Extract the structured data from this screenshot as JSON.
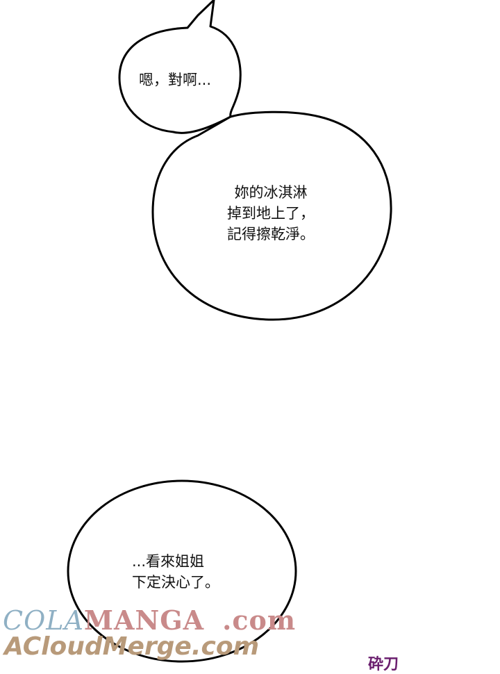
{
  "page": {
    "type": "manga-panel",
    "background": "#ffffff"
  },
  "bubbles": [
    {
      "id": "bubble-1",
      "text": "嗯，對啊..."
    },
    {
      "id": "bubble-2",
      "lines": [
        "妳的冰淇淋",
        "掉到地上了，",
        "記得擦乾淨。"
      ]
    },
    {
      "id": "bubble-3",
      "lines": [
        "...看來姐姐",
        "下定決心了。"
      ]
    }
  ],
  "watermark": {
    "line1_part1": "COLA",
    "line1_part2": "MANGA",
    "line1_part3": ".com",
    "line2": "ACloudMerge.com",
    "colors": {
      "cola": "#8fb0c4",
      "manga": "#c98a8a",
      "acloud": "#b89a7a"
    }
  },
  "sfx": {
    "text": "砕刀",
    "color": "#6a1e6e"
  }
}
